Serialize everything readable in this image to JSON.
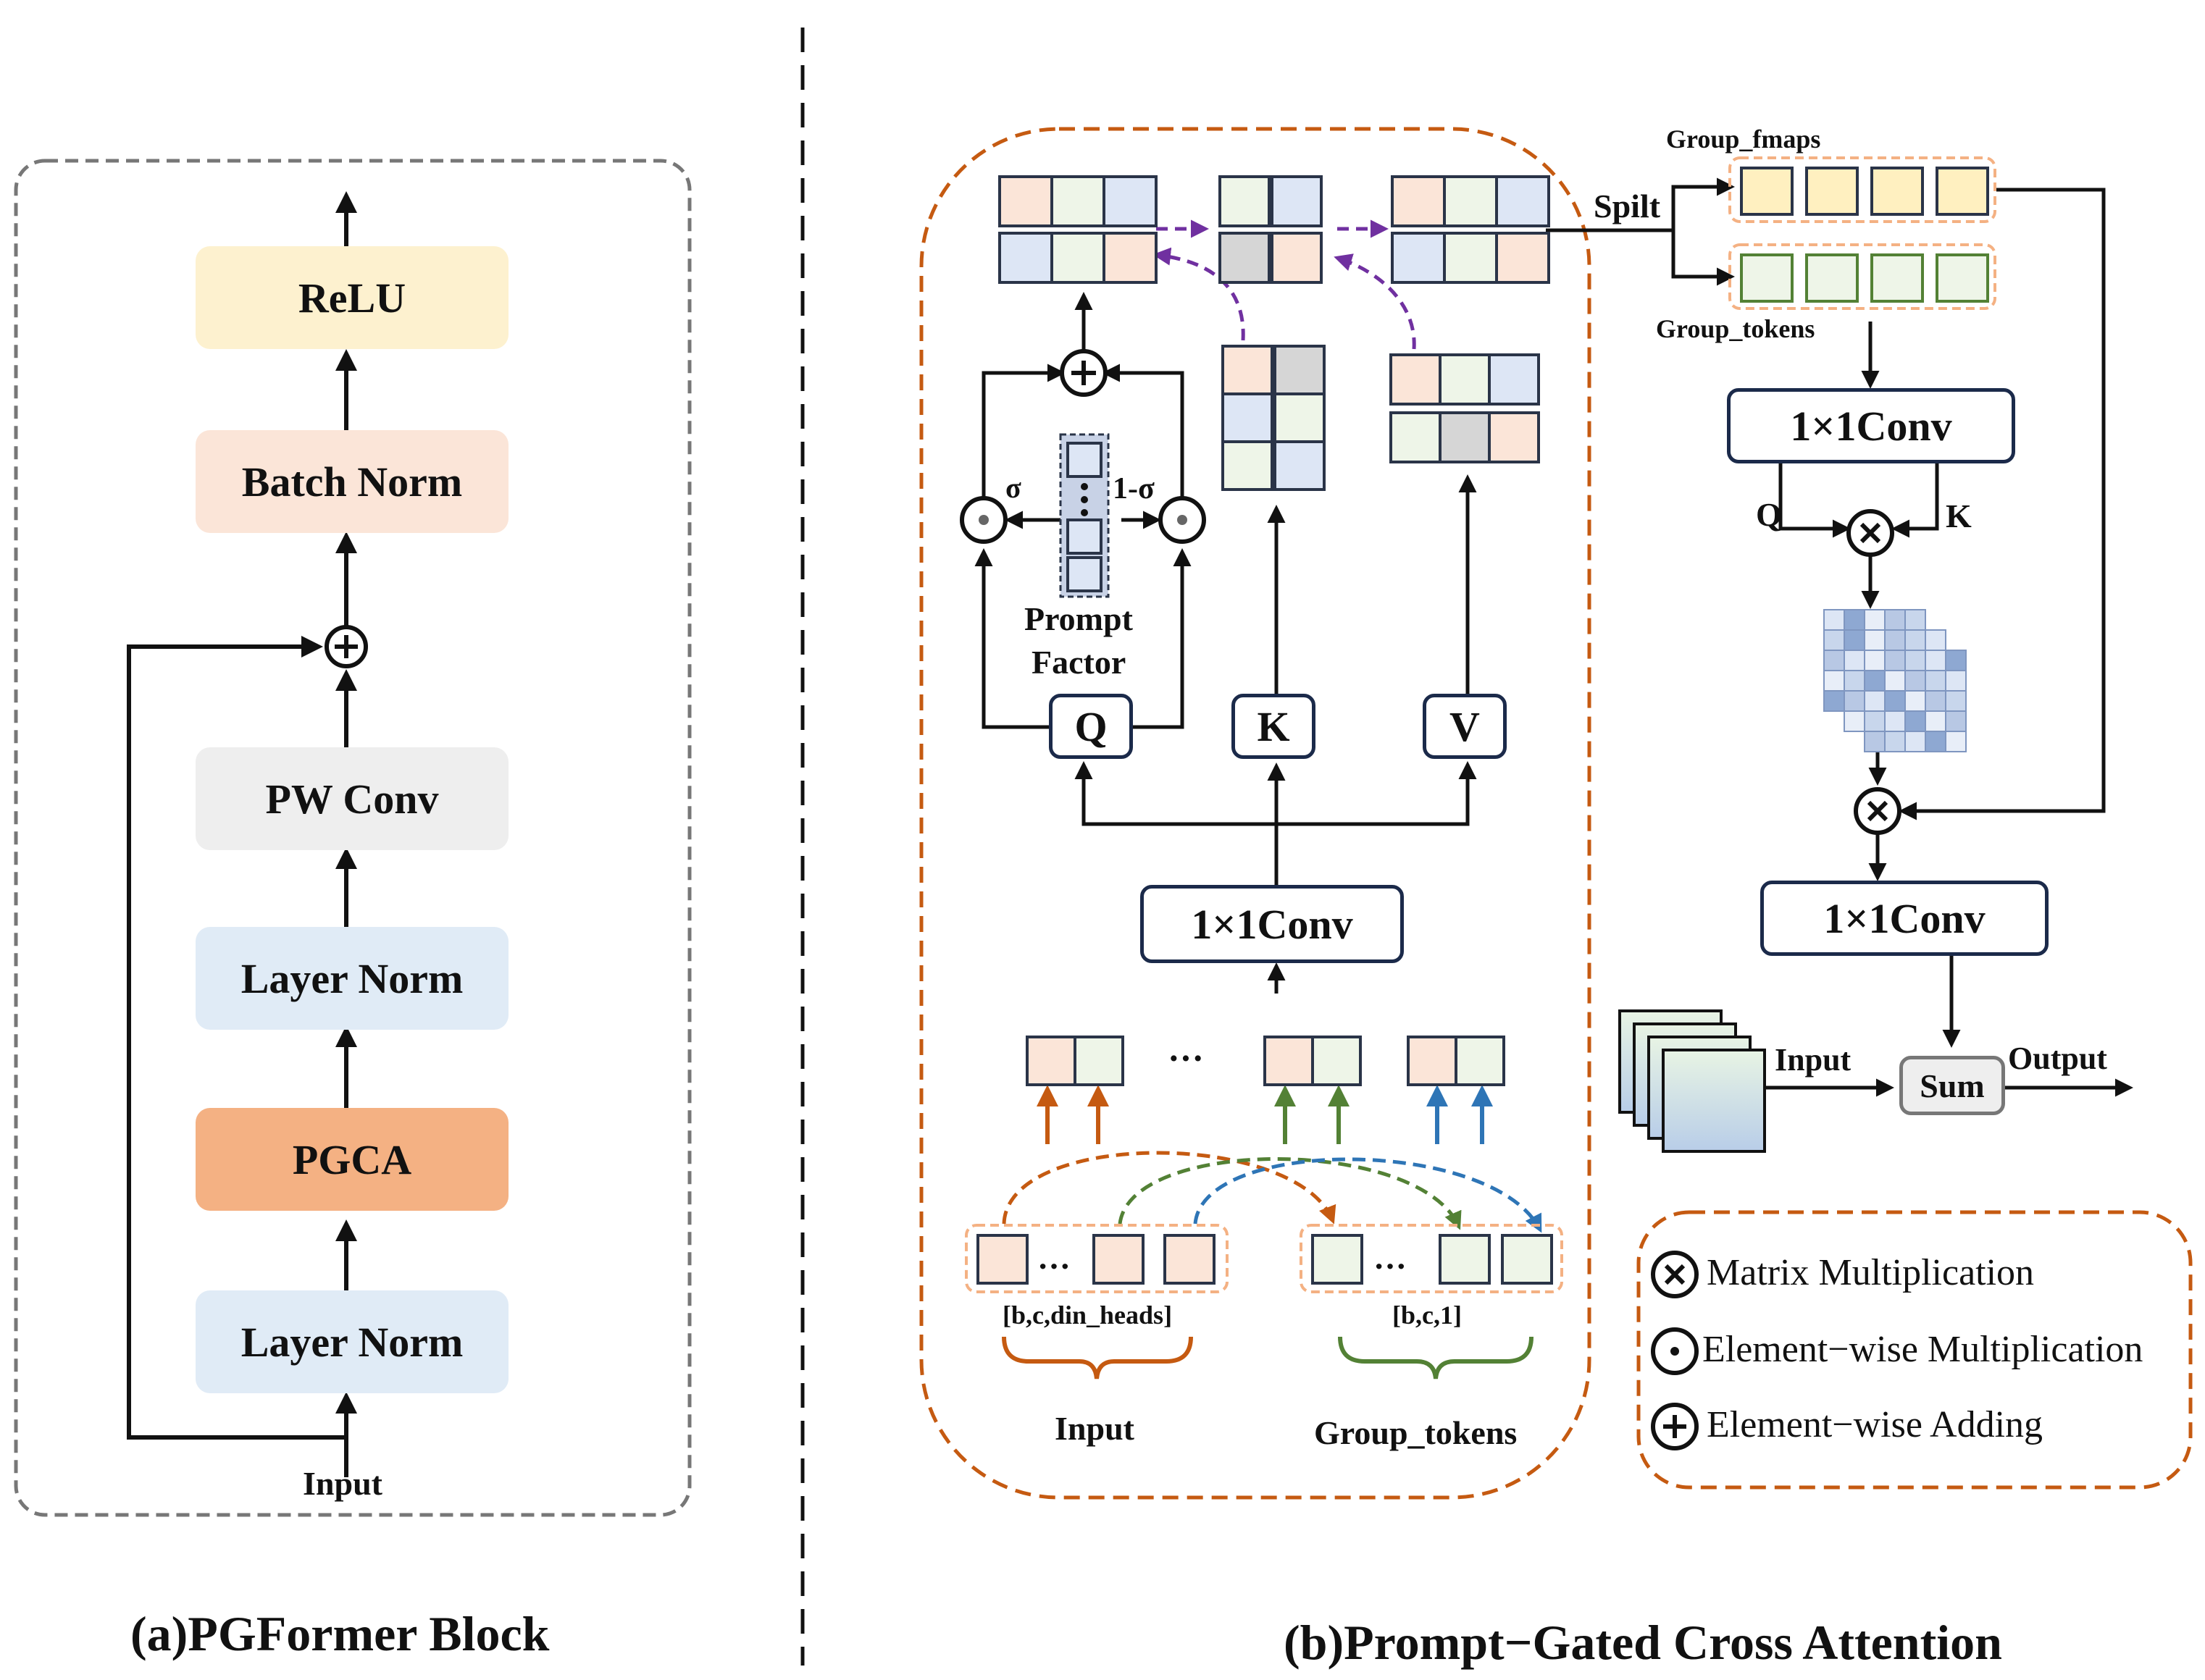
{
  "panel_a": {
    "caption": "(a)PGFormer Block",
    "input_label": "Input",
    "blocks": {
      "relu": "ReLU",
      "batch_norm": "Batch Norm",
      "pw_conv": "PW Conv",
      "layer_norm_top": "Layer Norm",
      "pgca": "PGCA",
      "layer_norm_bottom": "Layer Norm"
    }
  },
  "panel_b": {
    "caption": "(b)Prompt−Gated Cross Attention",
    "conv_main": "1×1Conv",
    "q": "Q",
    "k": "K",
    "v": "V",
    "sigma": "σ",
    "one_minus_sigma": "1-σ",
    "prompt": "Prompt",
    "factor": "Factor",
    "dots": "···",
    "input_shape": "[b,c,din_heads]",
    "tokens_shape": "[b,c,1]",
    "input_label": "Input",
    "group_tokens_label": "Group_tokens",
    "spilt": "Spilt",
    "group_fmaps": "Group_fmaps",
    "group_tokens_top": "Group_tokens",
    "conv_right_top": "1×1Conv",
    "conv_right_bottom": "1×1Conv",
    "q_right": "Q",
    "k_right": "K",
    "input_right": "Input",
    "sum": "Sum",
    "output": "Output"
  },
  "legend": {
    "matrix_mult": "Matrix Multiplication",
    "elementwise_mult": "Element−wise Multiplication",
    "elementwise_add": "Element−wise Adding"
  },
  "colors": {
    "relu": "#fdf1cf",
    "batch_norm": "#fbe5d8",
    "pw_conv": "#eeeeee",
    "layer_norm": "#e0ebf6",
    "pgca": "#f4b183",
    "peach": "#fbe5d8",
    "green": "#eef5e8",
    "blue": "#dde6f5",
    "gray": "#d6d6d6",
    "yellow": "#fff0c0",
    "orange_dash": "#c55a11",
    "purple": "#7030a0",
    "arrow_orange": "#c55a11",
    "arrow_green": "#538135",
    "arrow_blue": "#2e75b6"
  }
}
